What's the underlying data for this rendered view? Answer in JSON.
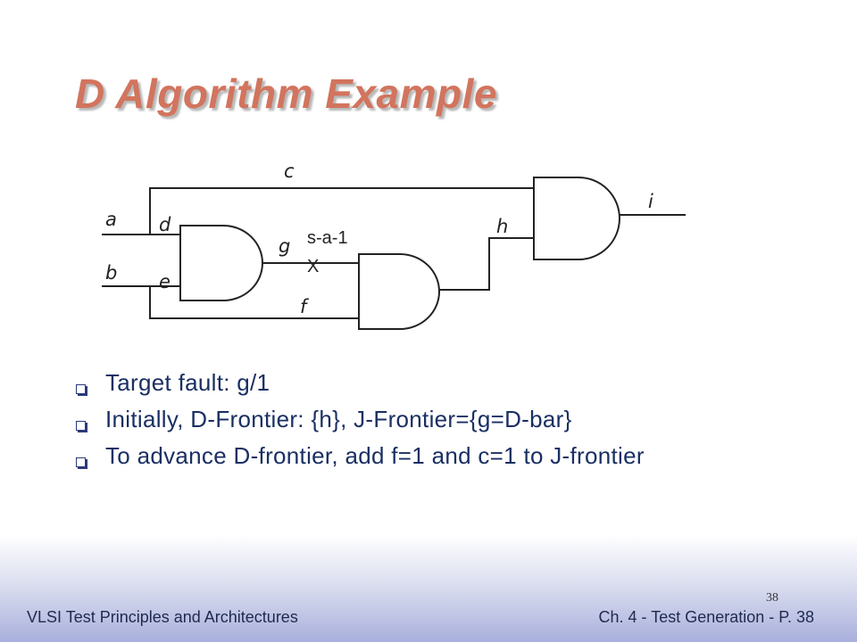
{
  "slide": {
    "title": "D Algorithm Example",
    "diagram": {
      "signals": [
        "a",
        "b",
        "c",
        "d",
        "e",
        "f",
        "g",
        "h",
        "i"
      ],
      "fault_label": "s-a-1",
      "fault_mark": "X"
    },
    "bullets": [
      "Target fault: g/1",
      "Initially, D-Frontier: {h}, J-Frontier={g=D-bar}",
      "To advance D-frontier, add f=1 and c=1 to J-frontier"
    ],
    "footer": {
      "left": "VLSI Test Principles and Architectures",
      "right": "Ch. 4 - Test Generation - P. 38",
      "slide_number": "38"
    }
  }
}
